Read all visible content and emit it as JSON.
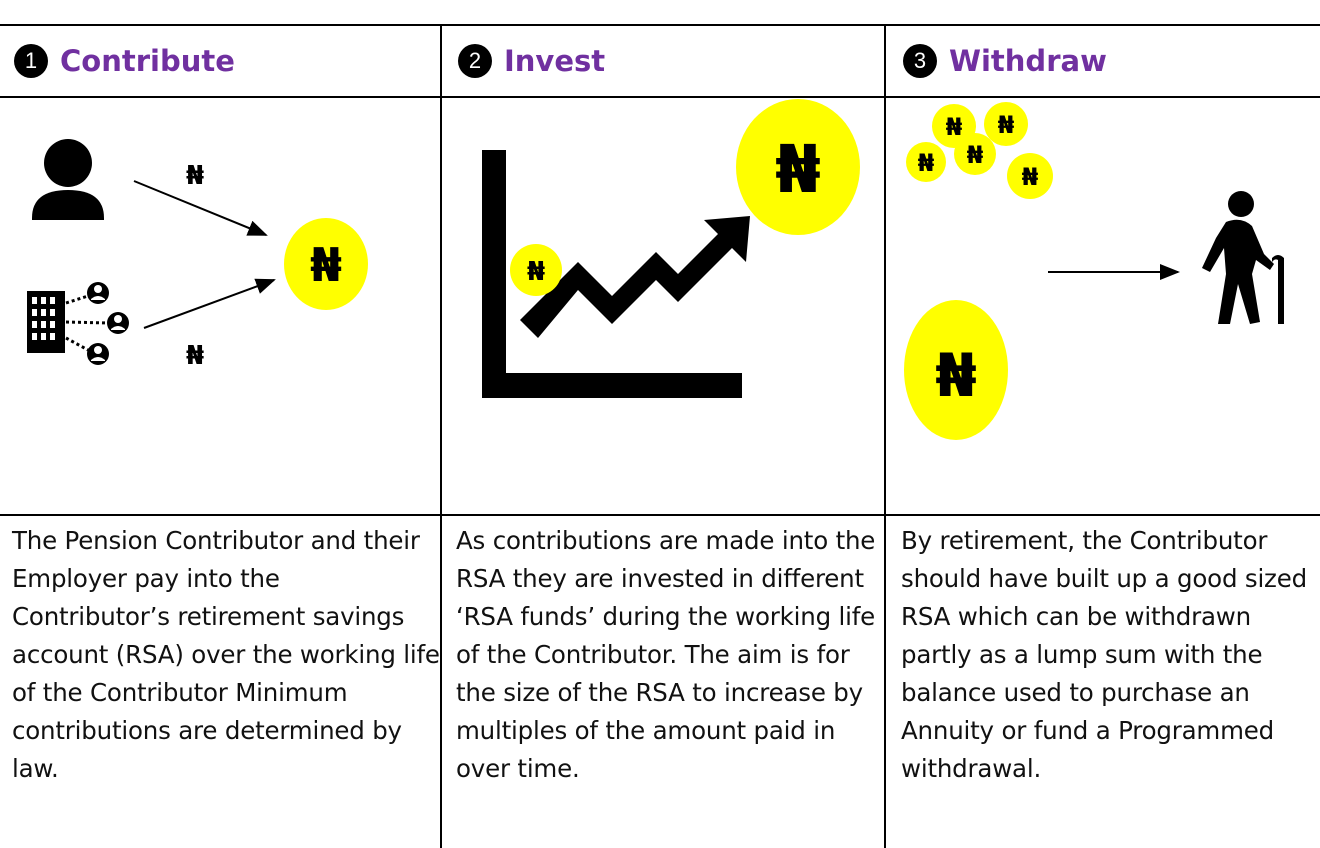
{
  "steps": [
    {
      "number": "1",
      "title": "Contribute",
      "description": "The Pension Contributor and their Employer pay into the Contributor’s retirement savings account (RSA) over the working life of the Contributor Minimum contributions are determined by law."
    },
    {
      "number": "2",
      "title": "Invest",
      "description": "As contributions are made into the RSA they are invested in different ‘RSA funds’ during the working life of the Contributor. The aim is for the size of the RSA to increase by multiples of the amount paid in over time."
    },
    {
      "number": "3",
      "title": "Withdraw",
      "description": "By retirement, the Contributor should have built up a good sized RSA which can be withdrawn partly as a lump sum with the balance used to purchase an Annuity or fund a Programmed withdrawal."
    }
  ],
  "currency_symbol": "₦",
  "colors": {
    "title": "#7030a0",
    "coin": "#ffff00",
    "ink": "#000000"
  },
  "icons": [
    "person-icon",
    "office-building-icon",
    "naira-coin-icon",
    "growth-chart-icon",
    "elderly-person-with-cane-icon"
  ]
}
